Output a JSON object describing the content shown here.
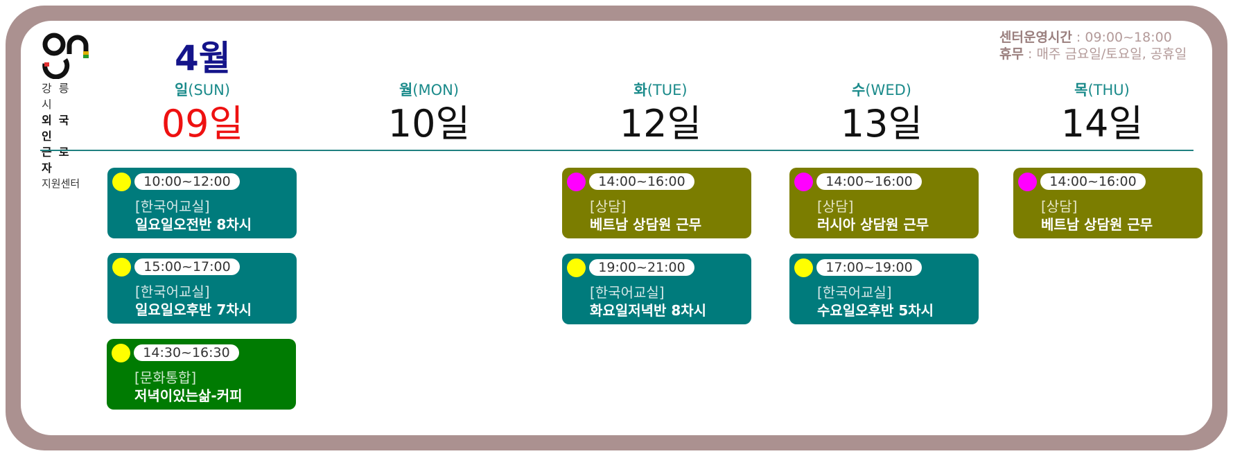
{
  "logo": {
    "line1": "강릉시",
    "line2": "외국인",
    "line3": "근로자",
    "line4": "지원센터"
  },
  "month": "4월",
  "info": {
    "hours_label": "센터운영시간",
    "hours_value": " : 09:00~18:00",
    "closed_label": "휴무",
    "closed_value": " : 매주 금요일/토요일, 공휴일"
  },
  "days": [
    {
      "dow_ko": "일",
      "dow_en": "(SUN)",
      "date": "09일"
    },
    {
      "dow_ko": "월",
      "dow_en": "(MON)",
      "date": "10일"
    },
    {
      "dow_ko": "화",
      "dow_en": "(TUE)",
      "date": "12일"
    },
    {
      "dow_ko": "수",
      "dow_en": "(WED)",
      "date": "13일"
    },
    {
      "dow_ko": "목",
      "dow_en": "(THU)",
      "date": "14일"
    }
  ],
  "events": [
    {
      "time": "10:00~12:00",
      "category": "[한국어교실]",
      "title": "일요일오전반 8차시"
    },
    {
      "time": "15:00~17:00",
      "category": "[한국어교실]",
      "title": "일요일오후반 7차시"
    },
    {
      "time": "14:30~16:30",
      "category": "[문화통합]",
      "title": "저녁이있는삶-커피"
    },
    {
      "time": "14:00~16:00",
      "category": "[상담]",
      "title": "베트남 상담원 근무"
    },
    {
      "time": "19:00~21:00",
      "category": "[한국어교실]",
      "title": "화요일저녁반 8차시"
    },
    {
      "time": "14:00~16:00",
      "category": "[상담]",
      "title": "러시아 상담원 근무"
    },
    {
      "time": "17:00~19:00",
      "category": "[한국어교실]",
      "title": "수요일오후반 5차시"
    },
    {
      "time": "14:00~16:00",
      "category": "[상담]",
      "title": "베트남 상담원 근무"
    }
  ],
  "colors": {
    "frame": "#ab9190",
    "korean_class": "#007b7c",
    "counseling": "#7b7d00",
    "culture": "#007b02",
    "holiday_date": "#ee1111",
    "month": "#14148a"
  }
}
